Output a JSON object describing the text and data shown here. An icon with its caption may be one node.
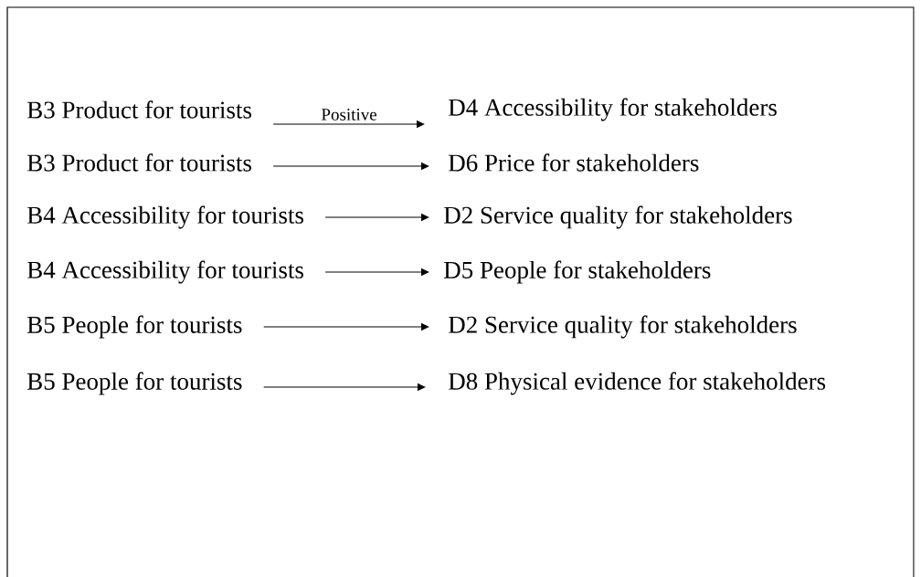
{
  "diagram": {
    "nodes": [
      {
        "text": [
          "B3 Product for tourists"
        ]
      },
      {
        "text": [
          "D4 Accessibility for stakeholders"
        ]
      },
      {
        "text": [
          "B3 Product for tourists"
        ]
      },
      {
        "text": [
          "D6 Price for stakeholders"
        ]
      },
      {
        "text": [
          "B4 Accessibility for tourists"
        ]
      },
      {
        "text": [
          "D2 Service quality for stakeholders"
        ]
      },
      {
        "text": [
          "B4 Accessibility for tourists"
        ]
      },
      {
        "text": [
          "D5 People for stakeholders"
        ]
      },
      {
        "text": [
          "B5 People for tourists"
        ]
      },
      {
        "text": [
          "D2 Service quality for stakeholders"
        ]
      },
      {
        "text": [
          "B5 People for tourists"
        ]
      },
      {
        "text": [
          "D8 Physical evidence for stakeholders"
        ]
      }
    ],
    "edges": [
      {
        "from": 0,
        "to": 1,
        "arrow": "to",
        "label": "Positive"
      },
      {
        "from": 2,
        "to": 3,
        "arrow": "to"
      },
      {
        "from": 4,
        "to": 5,
        "arrow": "to"
      },
      {
        "from": 6,
        "to": 7,
        "arrow": "to"
      },
      {
        "from": 8,
        "to": 9,
        "arrow": "to"
      },
      {
        "from": 10,
        "to": 11,
        "arrow": "to"
      }
    ]
  }
}
